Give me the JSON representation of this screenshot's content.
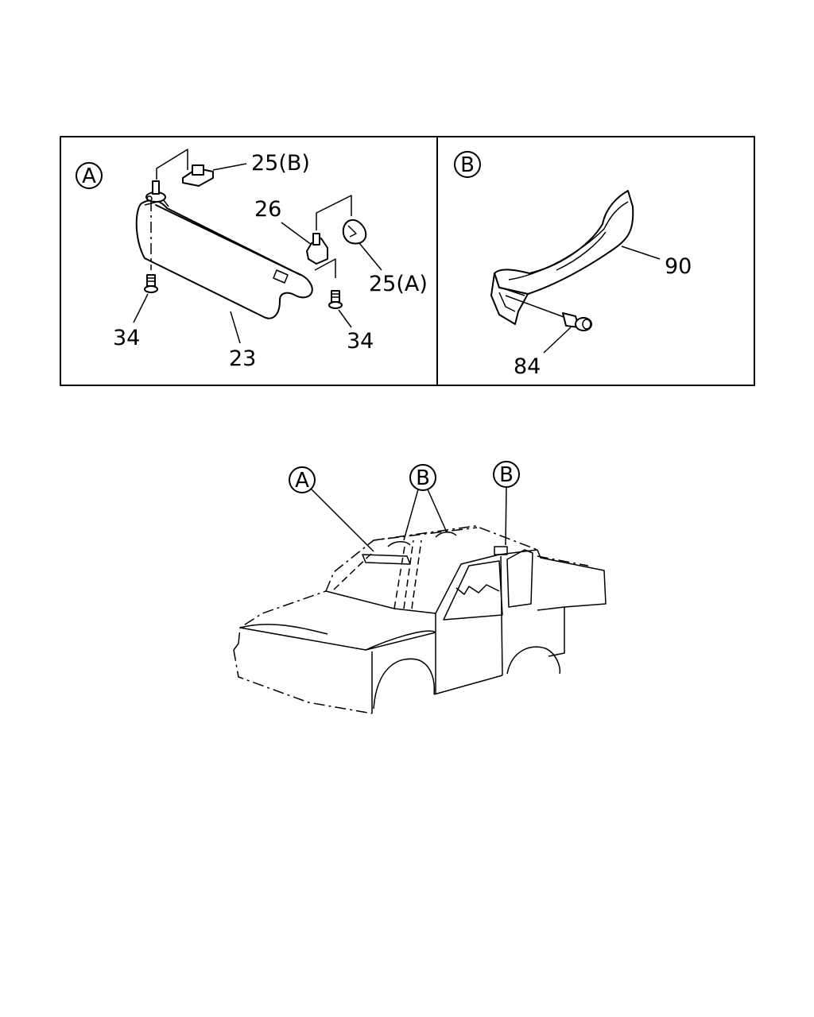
{
  "panel_a": {
    "marker": "A",
    "callouts": {
      "clip_b": "25(B)",
      "bracket": "26",
      "clip_a": "25(A)",
      "screw_left": "34",
      "screw_right": "34",
      "sun_visor": "23"
    }
  },
  "panel_b": {
    "marker": "B",
    "callouts": {
      "assist_grip": "90",
      "bolt": "84"
    }
  },
  "vehicle": {
    "marker_a": "A",
    "marker_b_roof": "B",
    "marker_b_pillar": "B"
  }
}
